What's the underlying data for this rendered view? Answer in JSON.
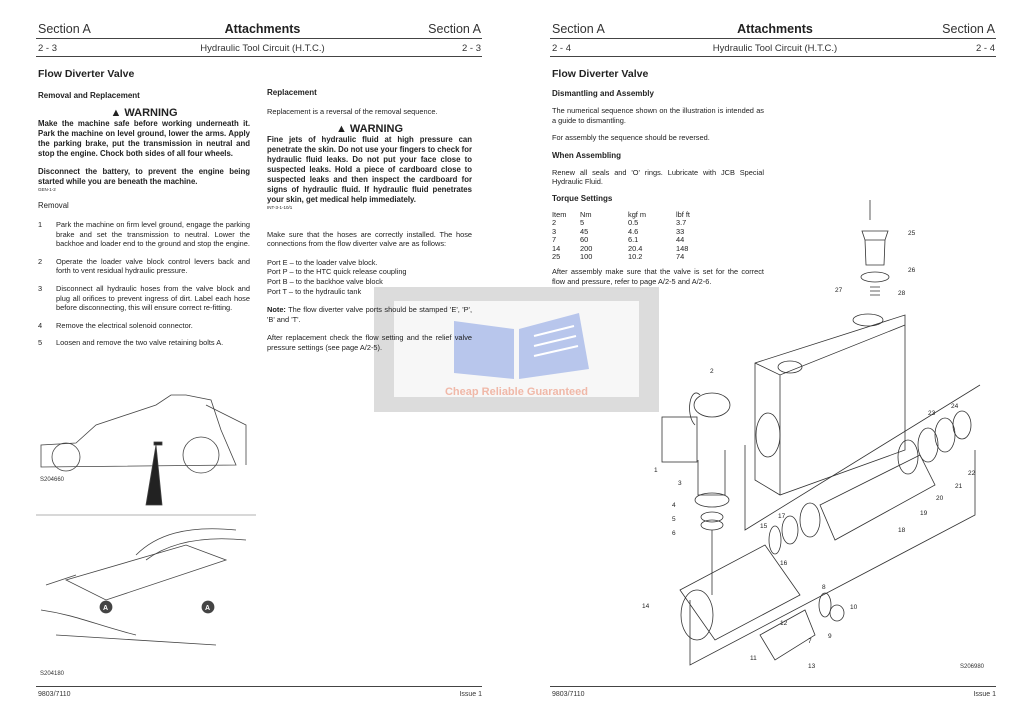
{
  "left_page": {
    "header": {
      "section_left": "Section A",
      "title": "Attachments",
      "section_right": "Section A",
      "page_left": "2 - 3",
      "subtitle": "Hydraulic Tool Circuit (H.T.C.)",
      "page_right": "2 - 3"
    },
    "heading": "Flow Diverter Valve",
    "removal_replacement": "Removal and Replacement",
    "warning1": {
      "title": "WARNING",
      "text1": "Make the machine safe before working underneath it. Park the machine on level ground, lower the arms. Apply the parking brake, put the transmission in neutral and stop the engine. Chock both sides of all four wheels.",
      "text2": "Disconnect the battery, to prevent the engine being started while you are beneath the machine.",
      "code": "GEN-1-2"
    },
    "removal_heading": "Removal",
    "steps": [
      {
        "n": "1",
        "text": "Park the machine on firm level ground, engage the parking brake and set the transmission to neutral. Lower the backhoe and loader end to the ground and stop the engine."
      },
      {
        "n": "2",
        "text": "Operate the loader valve block control levers back and forth to vent residual hydraulic pressure."
      },
      {
        "n": "3",
        "text": "Disconnect all hydraulic hoses from the valve block and plug all orifices to prevent ingress of dirt. Label each hose before disconnecting, this will ensure correct re-fitting."
      },
      {
        "n": "4",
        "text": "Remove the electrical solenoid connector."
      },
      {
        "n": "5",
        "text": "Loosen and remove the two valve retaining bolts A."
      }
    ],
    "replacement_heading": "Replacement",
    "replacement_text": "Replacement is a reversal of the removal sequence.",
    "warning2": {
      "title": "WARNING",
      "text": "Fine jets of hydraulic fluid at high pressure can penetrate the skin. Do not use your fingers to check for hydraulic fluid leaks. Do not put your face close to suspected leaks. Hold a piece of cardboard close to suspected leaks and then inspect the cardboard for signs of hydraulic fluid. If hydraulic fluid penetrates your skin, get medical help immediately.",
      "code": "INT-3-1-10/1"
    },
    "hoses_text": "Make sure that the hoses are correctly installed. The hose connections from the flow diverter valve are as follows:",
    "ports": [
      "Port E – to the loader valve block.",
      "Port P – to the HTC quick release coupling",
      "Port B – to the backhoe valve block",
      "Port T – to the hydraulic tank"
    ],
    "note_label": "Note:",
    "note_text": " The flow diverter valve ports should be stamped 'E', 'P', 'B' and 'T'.",
    "after_text": "After replacement check the flow setting and the relief valve pressure settings (see page A/2-5).",
    "fig1_caption": "S204660",
    "fig2_caption": "S204180",
    "callout_a": "A",
    "footer": {
      "doc": "9803/7110",
      "issue": "Issue 1"
    }
  },
  "right_page": {
    "header": {
      "section_left": "Section A",
      "title": "Attachments",
      "section_right": "Section A",
      "page_left": "2 - 4",
      "subtitle": "Hydraulic Tool Circuit (H.T.C.)",
      "page_right": "2 - 4"
    },
    "heading": "Flow Diverter Valve",
    "dis_heading": "Dismantling and Assembly",
    "dis_text1": "The numerical sequence shown on the illustration is intended as a guide to dismantling.",
    "dis_text2": "For assembly the sequence should be reversed.",
    "when_heading": "When Assembling",
    "when_text": "Renew all seals and 'O' rings. Lubricate with JCB Special Hydraulic Fluid.",
    "torque_heading": "Torque Settings",
    "torque": {
      "columns": [
        "Item",
        "Nm",
        "kgf m",
        "lbf ft"
      ],
      "rows": [
        [
          "2",
          "5",
          "0.5",
          "3.7"
        ],
        [
          "3",
          "45",
          "4.6",
          "33"
        ],
        [
          "7",
          "60",
          "6.1",
          "44"
        ],
        [
          "14",
          "200",
          "20.4",
          "148"
        ],
        [
          "25",
          "100",
          "10.2",
          "74"
        ]
      ]
    },
    "after_text": "After assembly make sure that the valve is set for the correct flow and pressure, refer to page A/2-5 and A/2-6.",
    "fig_caption": "S206980",
    "part_labels": [
      "1",
      "2",
      "3",
      "4",
      "5",
      "6",
      "7",
      "8",
      "9",
      "10",
      "11",
      "12",
      "13",
      "14",
      "15",
      "16",
      "17",
      "18",
      "19",
      "20",
      "21",
      "22",
      "23",
      "24",
      "25",
      "26",
      "27",
      "28"
    ],
    "footer": {
      "doc": "9803/7110",
      "issue": "Issue 1"
    }
  },
  "watermark": {
    "text": "Cheap Reliable Guaranteed"
  }
}
